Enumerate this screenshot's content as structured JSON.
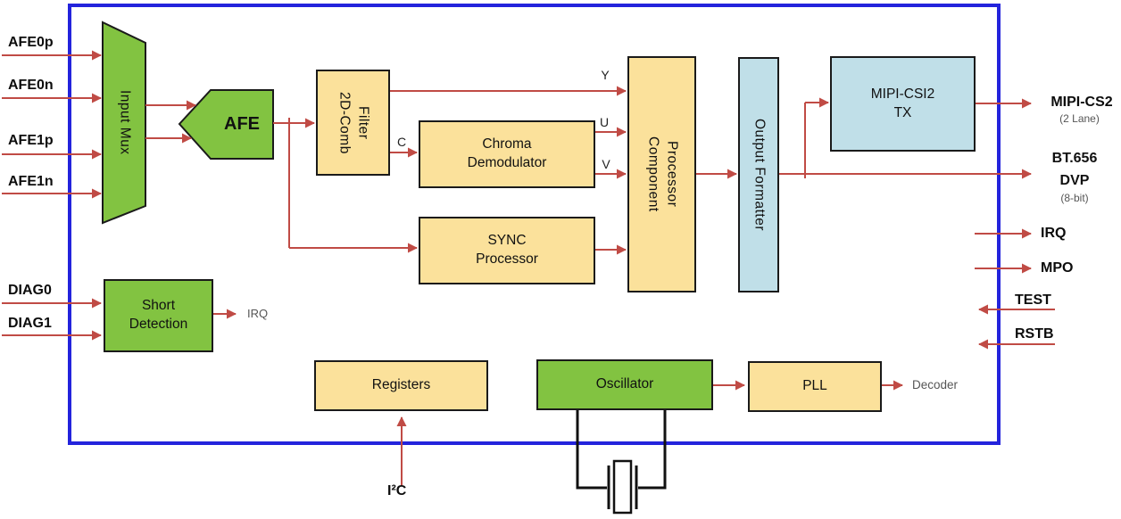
{
  "blocks": {
    "input_mux": "Input Mux",
    "afe": "AFE",
    "comb": "2D-Comb\nFilter",
    "chroma": "Chroma\nDemodulator",
    "sync": "SYNC\nProcessor",
    "component": "Component\nProcessor",
    "formatter": "Output Formatter",
    "mipi": "MIPI-CSI2\nTX",
    "short_detection": "Short\nDetection",
    "registers": "Registers",
    "oscillator": "Oscillator",
    "pll": "PLL"
  },
  "ports": {
    "afe0p": "AFE0p",
    "afe0n": "AFE0n",
    "afe1p": "AFE1p",
    "afe1n": "AFE1n",
    "diag0": "DIAG0",
    "diag1": "DIAG1",
    "mipi_out": {
      "label": "MIPI-CS2",
      "sub": "(2 Lane)"
    },
    "bt656": {
      "line1": "BT.656",
      "line2": "DVP",
      "sub": "(8-bit)"
    },
    "irq": "IRQ",
    "mpo": "MPO",
    "test": "TEST",
    "rstb": "RSTB",
    "i2c": "I²C"
  },
  "signals": {
    "y": "Y",
    "c": "C",
    "u": "U",
    "v": "V",
    "irq_short": "IRQ",
    "decoder": "Decoder"
  },
  "colors": {
    "chip_border": "#2323DC",
    "block_green": "#82C341",
    "block_yellow": "#FBE19B",
    "block_blue": "#C0DFE8",
    "wire_red": "#C04B45",
    "outline_black": "#1A1A1A",
    "muted_text": "#555555"
  }
}
